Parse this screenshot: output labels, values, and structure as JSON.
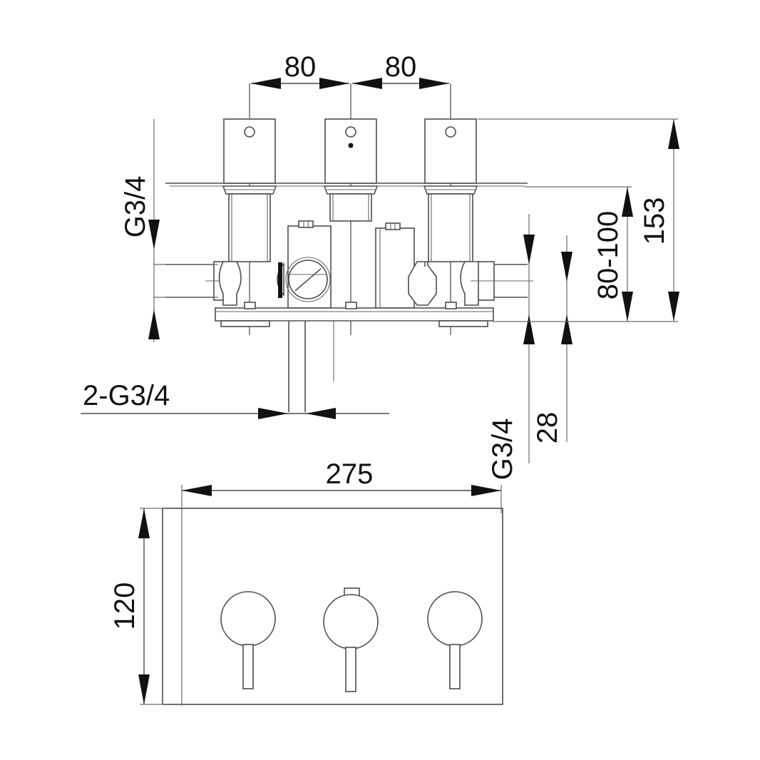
{
  "drawing": {
    "title": "Concealed 3-handle thermostatic shower valve",
    "background_color": "#ffffff",
    "line_color": "#4d4d4d",
    "text_color": "#111111",
    "views": [
      {
        "name": "side-section-view",
        "label": ""
      },
      {
        "name": "front-plate-view",
        "label": ""
      }
    ]
  },
  "dimensions": {
    "spacing_left": {
      "value": "80",
      "orientation": "horizontal",
      "view": "side-section-view"
    },
    "spacing_right": {
      "value": "80",
      "orientation": "horizontal",
      "view": "side-section-view"
    },
    "thread_top_left": {
      "value": "G3/4",
      "orientation": "vertical",
      "view": "side-section-view"
    },
    "thread_bottom_outlets": {
      "value": "2-G3/4",
      "orientation": "horizontal",
      "view": "side-section-view"
    },
    "thread_right": {
      "value": "G3/4",
      "orientation": "vertical",
      "view": "side-section-view"
    },
    "wall_depth_range": {
      "value": "80-100",
      "orientation": "vertical",
      "view": "side-section-view"
    },
    "total_depth": {
      "value": "153",
      "orientation": "vertical",
      "view": "side-section-view"
    },
    "offset_bottom": {
      "value": "28",
      "orientation": "vertical",
      "view": "side-section-view"
    },
    "plate_width": {
      "value": "275",
      "orientation": "horizontal",
      "view": "front-plate-view"
    },
    "plate_height": {
      "value": "120",
      "orientation": "vertical",
      "view": "front-plate-view"
    }
  },
  "front_view": {
    "handles": [
      {
        "name": "handle-left",
        "type": "lever-knob"
      },
      {
        "name": "handle-center",
        "type": "lever-knob-with-tab"
      },
      {
        "name": "handle-right",
        "type": "lever-knob"
      }
    ]
  },
  "side_view": {
    "valve_stems": [
      {
        "name": "valve-stem-left"
      },
      {
        "name": "valve-stem-center"
      },
      {
        "name": "valve-stem-right"
      }
    ],
    "ports": [
      {
        "name": "inlet-port-left"
      },
      {
        "name": "inlet-port-right"
      },
      {
        "name": "outlet-port-lower-left"
      },
      {
        "name": "outlet-port-lower-right"
      }
    ]
  }
}
